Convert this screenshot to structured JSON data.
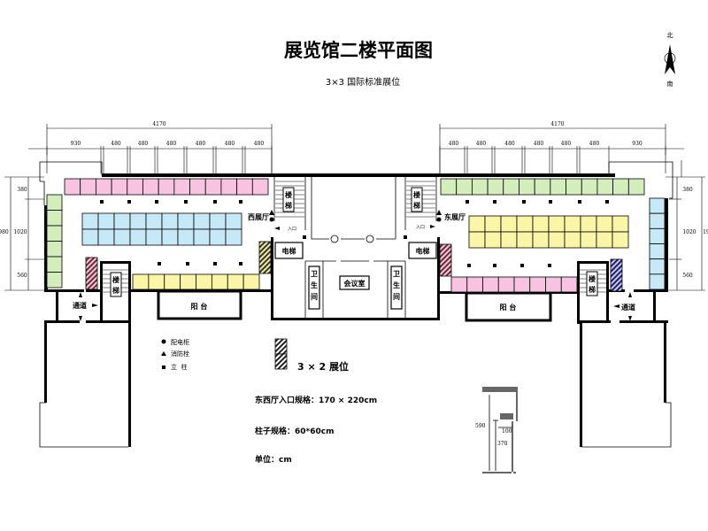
{
  "title": "展览馆二楼平面图",
  "subtitle": "3×3 国际标准展位",
  "compass": {
    "north": "北",
    "south": "南"
  },
  "dimensions": {
    "west_total": "4170",
    "east_total": "4170",
    "west_segments": [
      "930",
      "480",
      "480",
      "480",
      "480",
      "480",
      "480"
    ],
    "east_segments": [
      "480",
      "480",
      "480",
      "480",
      "480",
      "480",
      "930"
    ],
    "vertical_segments": [
      "380",
      "1020",
      "560"
    ],
    "west_vertical_total": "980",
    "east_vertical_total": "19"
  },
  "rooms": {
    "west_hall": "西展厅",
    "east_hall": "东展厅",
    "stairs": "楼梯",
    "elevator": "电梯",
    "entrance": "入口",
    "restroom": "卫生间",
    "meeting_room": "会议室",
    "balcony": "阳 台",
    "passage": "通道"
  },
  "booths": {
    "west_top": {
      "cols": 13,
      "rows": 1,
      "color": "#f7c3e1"
    },
    "west_middle": {
      "cols": 10,
      "rows": 2,
      "color": "#c6e8f7"
    },
    "west_left": {
      "cols": 1,
      "rows": 6,
      "color": "#d3edbc"
    },
    "west_bottom": {
      "cols": 8,
      "rows": 1,
      "color": "#fbf5a8"
    },
    "east_top": {
      "cols": 13,
      "rows": 1,
      "color": "#d3edbc"
    },
    "east_middle": {
      "cols": 10,
      "rows": 2,
      "color": "#fbf5a8"
    },
    "east_right": {
      "cols": 1,
      "rows": 6,
      "color": "#c6e8f7"
    },
    "east_bottom": {
      "cols": 8,
      "rows": 1,
      "color": "#f7c3e1"
    }
  },
  "legend": {
    "items": [
      {
        "icon": "circle",
        "label": "配电柜"
      },
      {
        "icon": "triangle",
        "label": "消防栓"
      },
      {
        "icon": "square",
        "label": "立  柱"
      }
    ],
    "booth_3x2": "3 × 2 展位"
  },
  "specs": {
    "entrance": "东西厅入口规格：170 × 220cm",
    "pillar": "柱子规格：60*60cm",
    "unit": "单位：cm"
  },
  "detail": {
    "height": "590",
    "inner_height": "370",
    "depth": "100"
  },
  "colors": {
    "detail_fill": "#666666",
    "hatch_pink": "#b0607a",
    "hatch_yellow": "#8a8a20",
    "hatch_navy": "#303070"
  }
}
